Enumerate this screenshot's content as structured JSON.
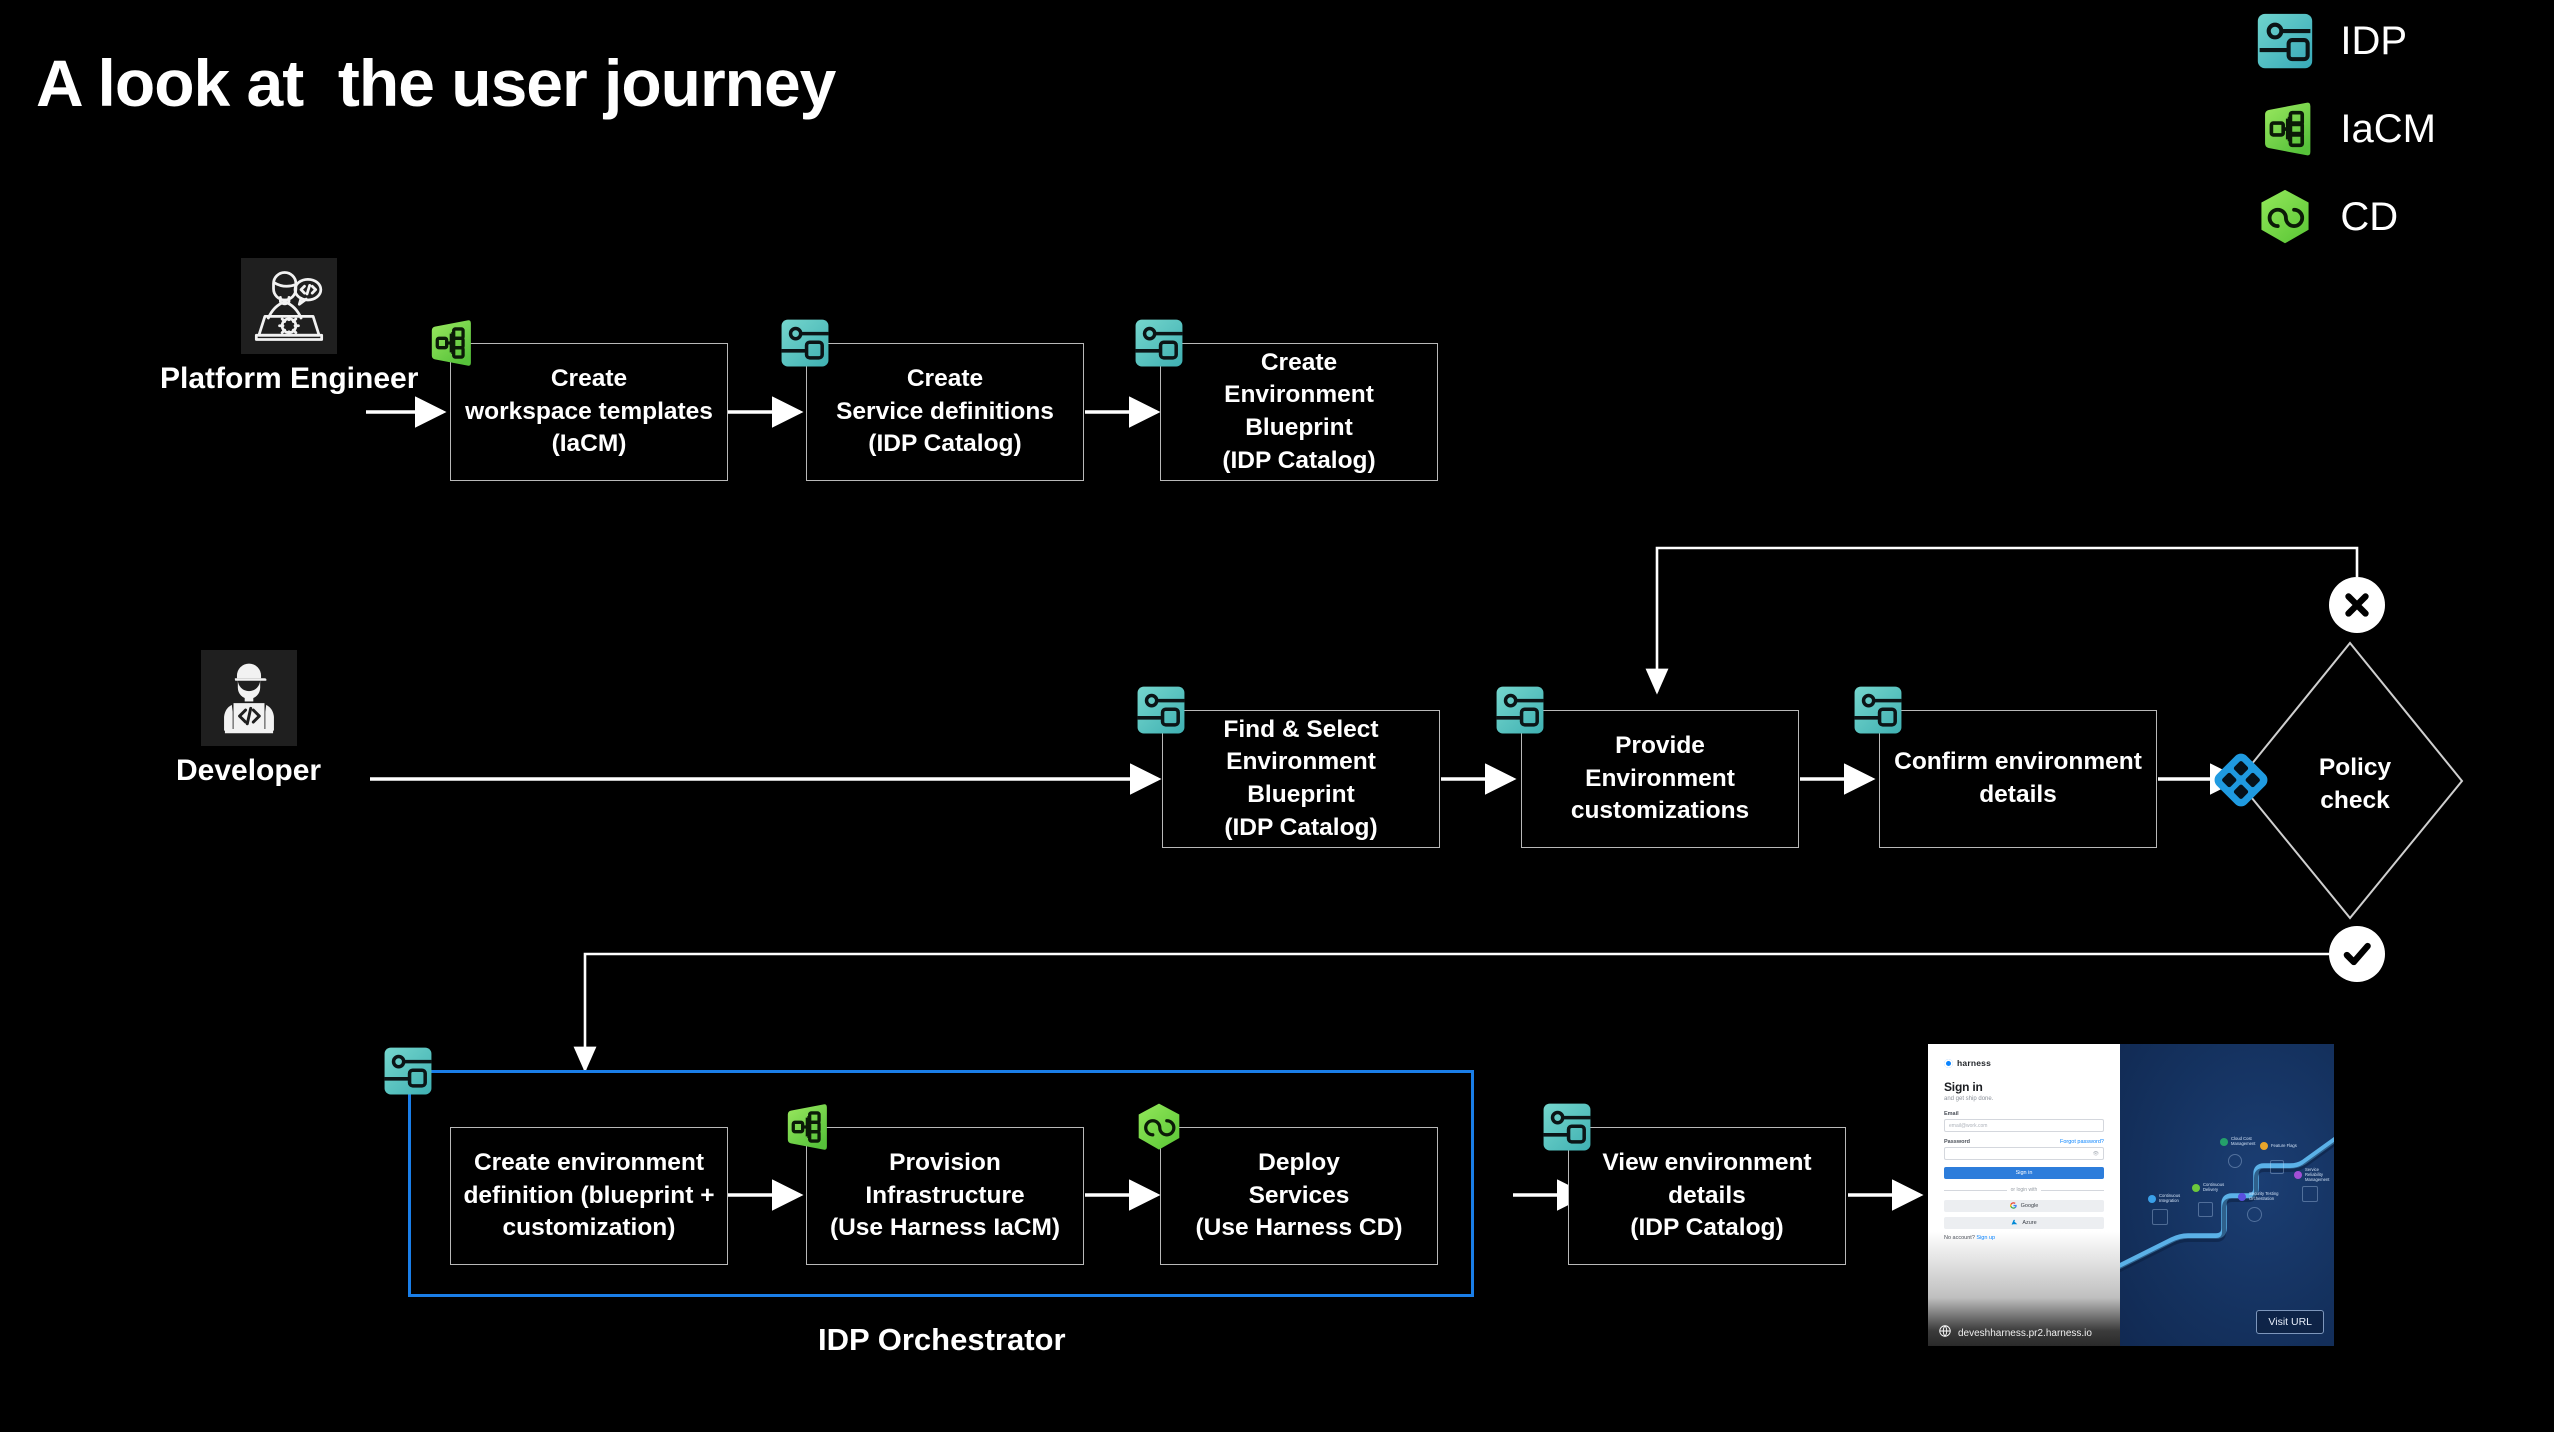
{
  "page": {
    "title": "A look at  the user journey",
    "background": "#000000"
  },
  "colors": {
    "idp_teal": "#5ec3b9",
    "iacm_green": "#7ed957",
    "cd_green": "#78d94a",
    "policy_blue": "#1f9ae0",
    "orchestrator_blue": "#1a7ee8",
    "box_border": "#b9b9b9",
    "text": "#ffffff"
  },
  "legend": {
    "items": [
      {
        "icon": "idp-icon",
        "label": "IDP"
      },
      {
        "icon": "iacm-icon",
        "label": "IaCM"
      },
      {
        "icon": "cd-icon",
        "label": "CD"
      }
    ]
  },
  "personas": [
    {
      "id": "platform-engineer",
      "label": "Platform Engineer",
      "icon": "engineer-avatar-icon"
    },
    {
      "id": "developer",
      "label": "Developer",
      "icon": "developer-avatar-icon"
    }
  ],
  "rows": {
    "platform_engineer": {
      "steps": [
        {
          "badge": "iacm-icon",
          "text": "Create\nworkspace templates\n(IaCM)"
        },
        {
          "badge": "idp-icon",
          "text": "Create\nService definitions\n(IDP Catalog)"
        },
        {
          "badge": "idp-icon",
          "text": "Create\nEnvironment Blueprint\n(IDP Catalog)"
        }
      ]
    },
    "developer": {
      "steps": [
        {
          "badge": "idp-icon",
          "text": "Find & Select\nEnvironment Blueprint\n(IDP Catalog)"
        },
        {
          "badge": "idp-icon",
          "text": "Provide\nEnvironment\ncustomizations"
        },
        {
          "badge": "idp-icon",
          "text": "Confirm environment\ndetails"
        }
      ],
      "decision": {
        "badge": "policy-icon",
        "label": "Policy\ncheck"
      },
      "outcomes": [
        {
          "icon": "fail-x-icon",
          "meaning": "fail"
        },
        {
          "icon": "success-check-icon",
          "meaning": "pass"
        }
      ]
    },
    "orchestrator": {
      "container_label": "IDP Orchestrator",
      "container_badge": "idp-icon",
      "steps": [
        {
          "badge": null,
          "text": "Create environment\ndefinition (blueprint +\ncustomization)"
        },
        {
          "badge": "iacm-icon",
          "text": "Provision\nInfrastructure\n(Use Harness IaCM)"
        },
        {
          "badge": "cd-icon",
          "text": "Deploy\nServices\n(Use Harness CD)"
        }
      ],
      "after_steps": [
        {
          "badge": "idp-icon",
          "text": "View environment\ndetails\n(IDP Catalog)"
        }
      ]
    }
  },
  "screenshot": {
    "brand": "harness",
    "heading": "Sign in",
    "subheading": "and get ship done.",
    "email_label": "Email",
    "email_placeholder": "email@work.com",
    "password_label": "Password",
    "forgot_link": "Forgot password?",
    "signin_button": "Sign in",
    "divider_text": "or login with",
    "social_buttons": [
      {
        "icon": "google-icon",
        "label": "Google"
      },
      {
        "icon": "azure-icon",
        "label": "Azure"
      }
    ],
    "no_account_text": "No account?",
    "signup_link": "Sign up",
    "url": "deveshharness.pr2.harness.io",
    "visit_button": "Visit URL",
    "illustration_nodes": [
      {
        "label": "Continuous\nIntegration",
        "color": "#3aa0e8"
      },
      {
        "label": "Continuous\nDelivery",
        "color": "#6dc83c"
      },
      {
        "label": "Cloud Cost\nManagement",
        "color": "#24a06a"
      },
      {
        "label": "Security Testing\nOrchestration",
        "color": "#5b4fe0"
      },
      {
        "label": "Feature Flags",
        "color": "#e8a52a"
      },
      {
        "label": "Service Reliability\nManagement",
        "color": "#a24fd6"
      }
    ]
  }
}
